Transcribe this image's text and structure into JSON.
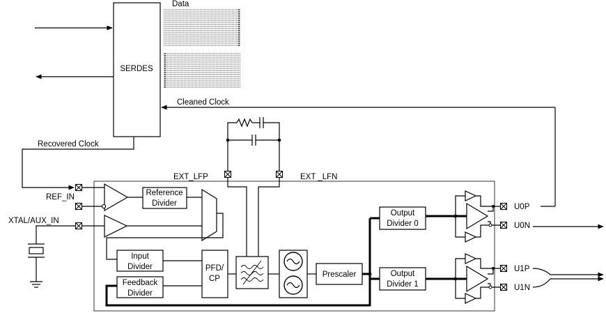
{
  "labels": {
    "data": "Data",
    "serdes": "SERDES",
    "cleaned_clock": "Cleaned Clock",
    "recovered_clock": "Recovered Clock",
    "ext_lfp": "EXT_LFP",
    "ext_lfn": "EXT _LFN",
    "ref_in": "REF_IN",
    "xtal_aux_in": "XTAL/AUX_IN",
    "reference_divider": [
      "Reference",
      "Divider"
    ],
    "input_divider": [
      "Input",
      "Divider"
    ],
    "feedback_divider": [
      "Feedback",
      "Divider"
    ],
    "pfd_cp": [
      "PFD/",
      "CP"
    ],
    "prescaler": "Prescaler",
    "output_divider_0": [
      "Output",
      "Divider 0"
    ],
    "output_divider_1": [
      "Output",
      "Divider 1"
    ],
    "u0p": "U0P",
    "u0n": "U0N",
    "u1p": "U1P",
    "u1n": "U1N"
  }
}
